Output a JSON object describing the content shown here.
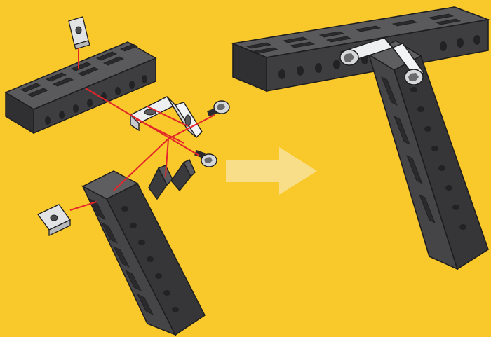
{
  "diagram": {
    "kind": "exploded assembly illustration",
    "background_color": "#F9C82A",
    "extrusion_color": "#4B4B4D",
    "extrusion_shadow_color": "#353537",
    "extrusion_highlight_color": "#6A6A6C",
    "bracket_color": "#E4E5E7",
    "hardware_color": "#D5D6D8",
    "guide_line_color": "#E3262A",
    "arrow_color": "#F8E29A",
    "exploded_view": {
      "parts": [
        "t-nut-top",
        "horizontal-extrusion",
        "angle-bracket",
        "screw-upper",
        "screw-lower",
        "corner-wedge-pair",
        "vertical-extrusion",
        "t-nut-left"
      ]
    },
    "transition": {
      "icon": "right-arrow-icon"
    },
    "assembled_view": {
      "parts": [
        "horizontal-extrusion",
        "vertical-extrusion",
        "angle-bracket",
        "screw-heads"
      ]
    }
  }
}
